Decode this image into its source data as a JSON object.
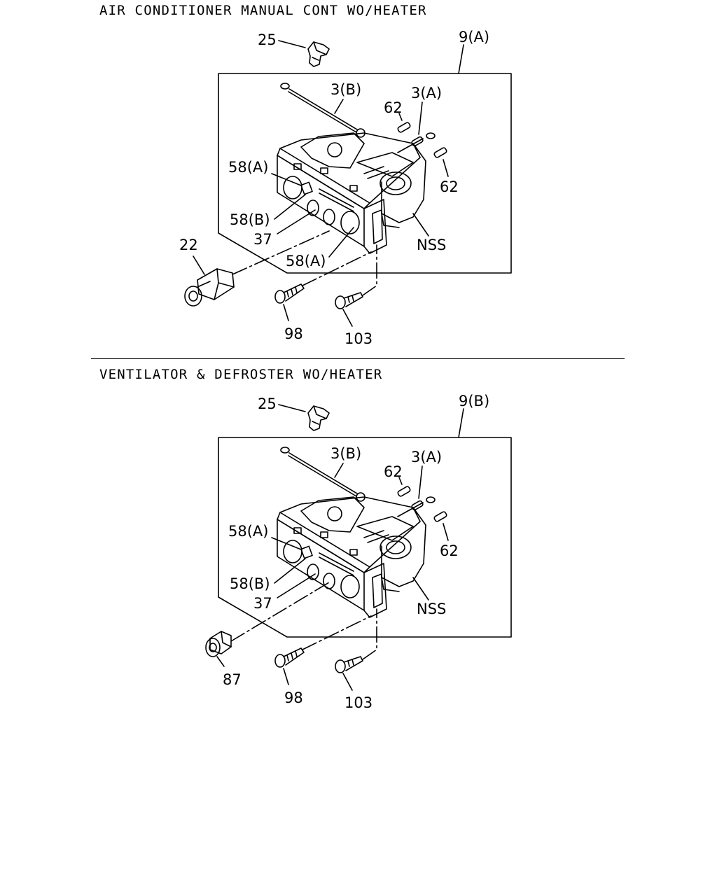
{
  "sections": [
    {
      "title": "AIR CONDITIONER MANUAL CONT WO/HEATER",
      "assembly_label": "9(A)",
      "labels": {
        "p25": "25",
        "p3b": "3(B)",
        "p3a": "3(A)",
        "p62a": "62",
        "p62b": "62",
        "p58a_top": "58(A)",
        "p58b": "58(B)",
        "p37": "37",
        "p58a_bot": "58(A)",
        "nss": "NSS",
        "p22": "22",
        "p98": "98",
        "p103": "103"
      }
    },
    {
      "title": "VENTILATOR & DEFROSTER WO/HEATER",
      "assembly_label": "9(B)",
      "labels": {
        "p25": "25",
        "p3b": "3(B)",
        "p3a": "3(A)",
        "p62a": "62",
        "p62b": "62",
        "p58a_top": "58(A)",
        "p58b": "58(B)",
        "p37": "37",
        "nss": "NSS",
        "p87": "87",
        "p98": "98",
        "p103": "103"
      }
    }
  ]
}
